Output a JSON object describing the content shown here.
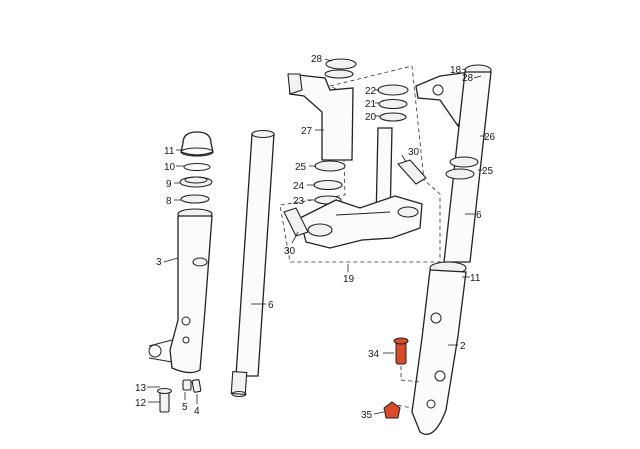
{
  "labels": {
    "l2": "2",
    "l3": "3",
    "l4": "4",
    "l5": "5",
    "l6a": "6",
    "l6b": "6",
    "l8": "8",
    "l9": "9",
    "l10": "10",
    "l11a": "11",
    "l11b": "11",
    "l12": "12",
    "l13": "13",
    "l18": "18",
    "l19": "19",
    "l20": "20",
    "l21": "21",
    "l22": "22",
    "l23": "23",
    "l24": "24",
    "l25a": "25",
    "l25b": "25",
    "l26": "26",
    "l27": "27",
    "l28a": "28",
    "l28b": "28",
    "l30a": "30",
    "l30b": "30",
    "l34": "34",
    "l35": "35"
  },
  "highlight_color": "#d94a2b"
}
